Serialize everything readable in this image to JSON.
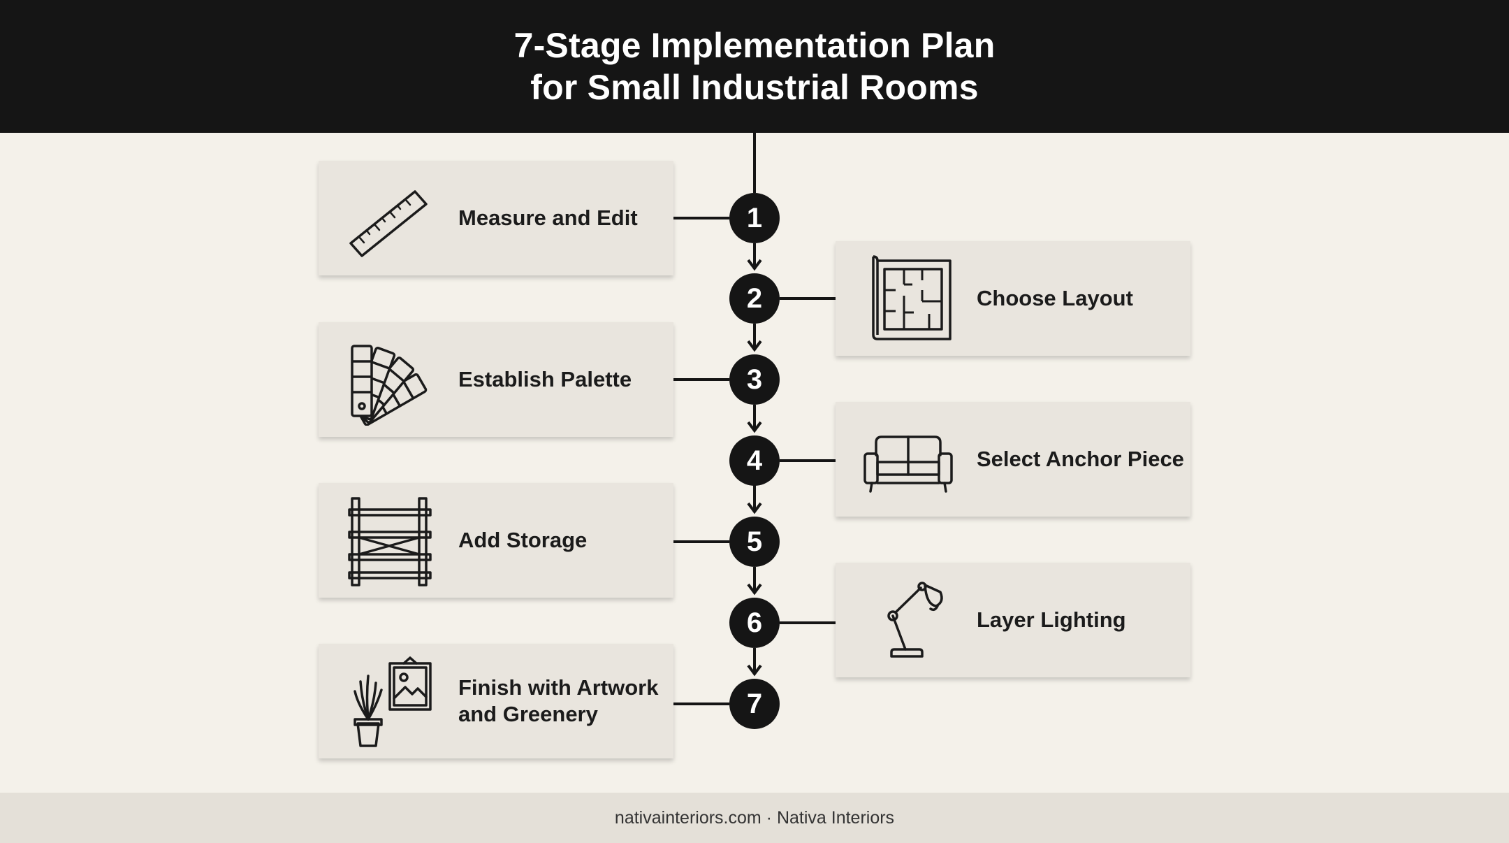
{
  "header": {
    "title_line1": "7-Stage Implementation Plan",
    "title_line2": "for Small Industrial Rooms"
  },
  "stages": [
    {
      "number": "1",
      "label": "Measure and Edit",
      "icon": "ruler-icon",
      "side": "left"
    },
    {
      "number": "2",
      "label": "Choose Layout",
      "icon": "floor-plan-icon",
      "side": "right"
    },
    {
      "number": "3",
      "label": "Establish Palette",
      "icon": "color-swatch-icon",
      "side": "left"
    },
    {
      "number": "4",
      "label": "Select Anchor Piece",
      "icon": "sofa-icon",
      "side": "right"
    },
    {
      "number": "5",
      "label": "Add Storage",
      "icon": "shelving-icon",
      "side": "left"
    },
    {
      "number": "6",
      "label": "Layer Lighting",
      "icon": "desk-lamp-icon",
      "side": "right"
    },
    {
      "number": "7",
      "label": "Finish with Artwork and Greenery",
      "icon": "plant-artwork-icon",
      "side": "left"
    }
  ],
  "footer": {
    "text": "nativainteriors.com · Nativa Interiors"
  },
  "colors": {
    "background": "#f4f1ea",
    "header": "#151515",
    "card": "#e9e5de",
    "node": "#151515",
    "footer": "#e4e0d8"
  }
}
